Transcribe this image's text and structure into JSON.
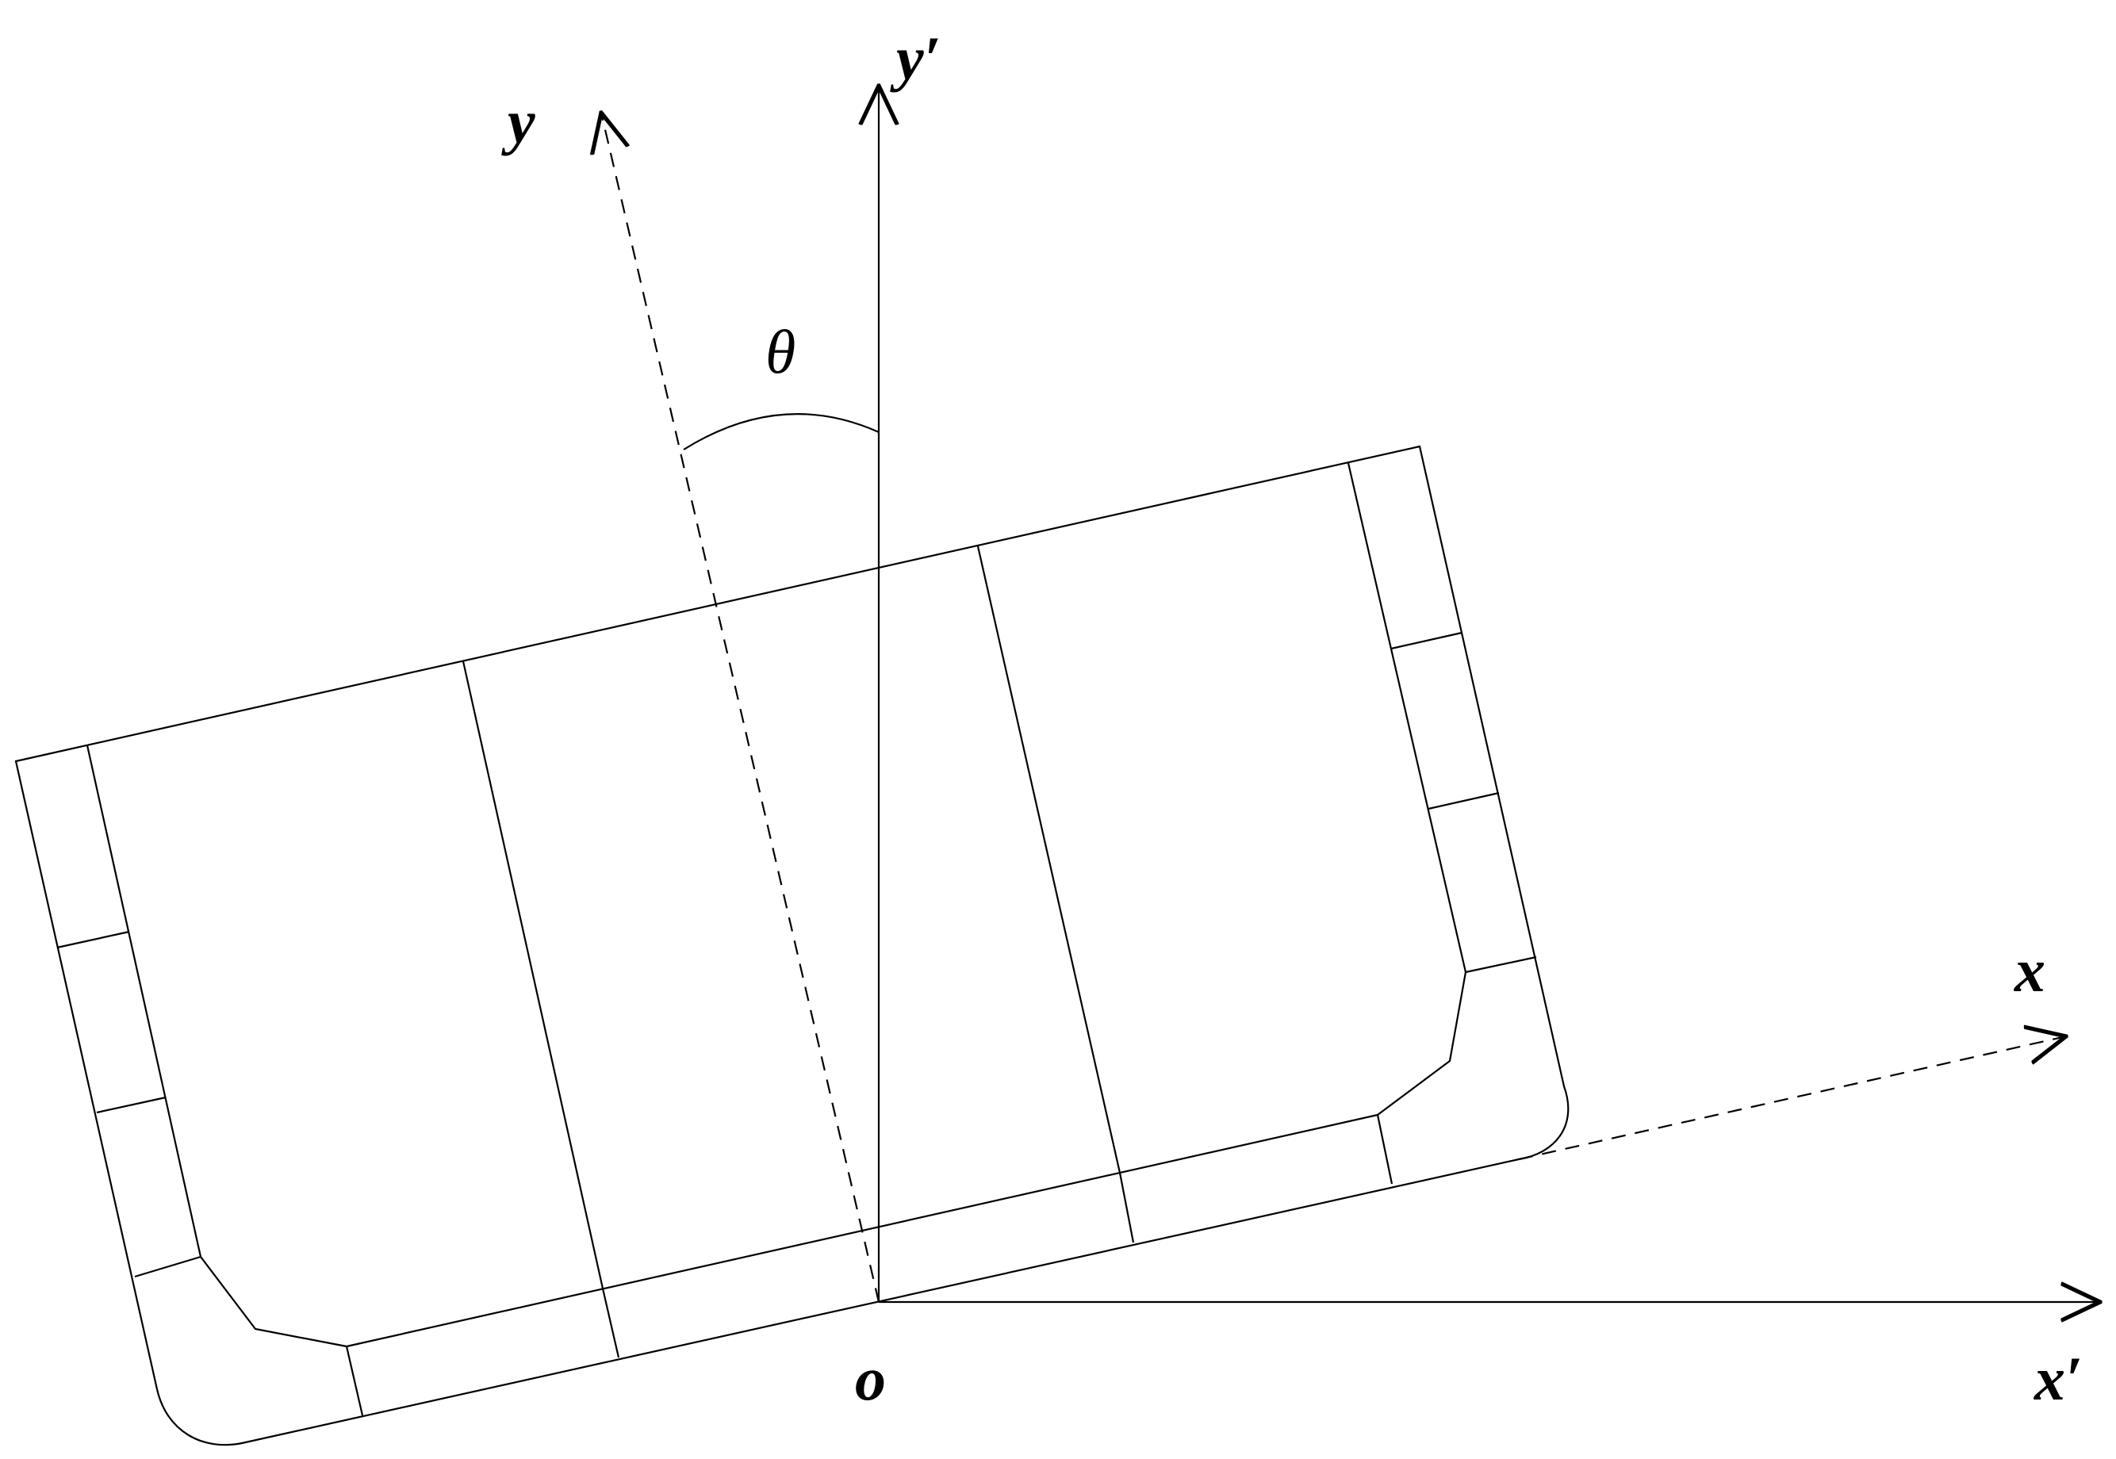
{
  "labels": {
    "origin": "o",
    "x_rotated": "x",
    "y_rotated": "y",
    "x_fixed": "x′",
    "y_fixed": "y′",
    "angle": "θ"
  },
  "colors": {
    "stroke": "#000000",
    "background": "#ffffff"
  }
}
